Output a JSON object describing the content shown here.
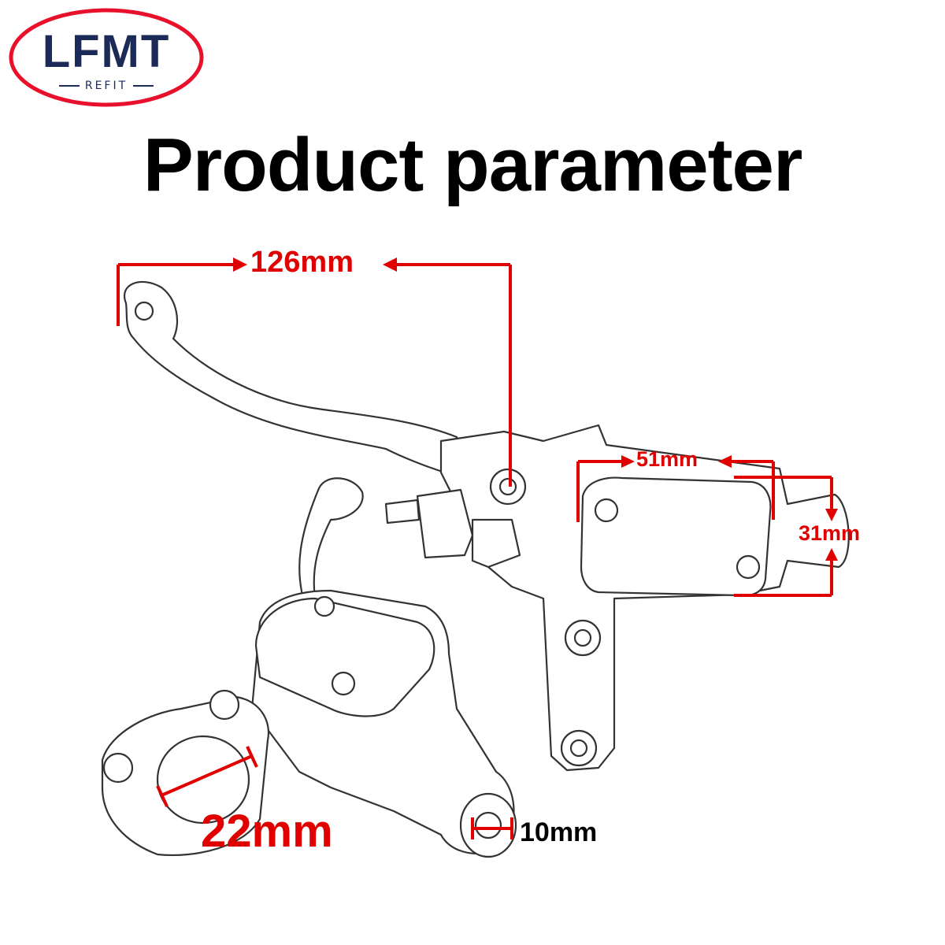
{
  "logo": {
    "main": "LFMT",
    "sub": "REFIT",
    "ring_color": "#e8102a",
    "text_color": "#1c2a57"
  },
  "title": "Product parameter",
  "dimensions": {
    "lever_length": "126mm",
    "reservoir_width": "51mm",
    "reservoir_height": "31mm",
    "clamp_diameter": "22mm",
    "thread_size": "10mm"
  },
  "colors": {
    "dimension_line": "#e00000",
    "sketch": "#333333"
  }
}
